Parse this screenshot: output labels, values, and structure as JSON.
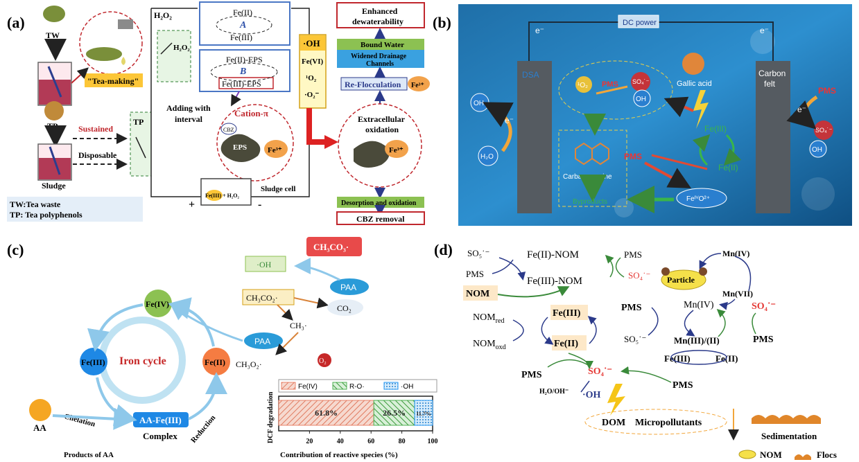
{
  "panel_a": {
    "label": "(a)",
    "tw": "TW",
    "tp": "TP",
    "tea_making": "\"Tea-making\"",
    "sustained": "Sustained",
    "disposable": "Disposable",
    "sludge": "Sludge",
    "tp_box": "TP",
    "h2o2_top": "H₂O₂",
    "h2o2_switch": "H₂O₂",
    "adding_with": "Adding with",
    "interval": "interval",
    "cycle_a_top": "Fe(II)",
    "cycle_a_letter": "A",
    "cycle_a_bottom": "Fe(III)",
    "cycle_b_top": "Fe(II)-EPS",
    "cycle_b_letter": "B",
    "cycle_b_bottom": "Fe(III)-EPS",
    "cation_pi": "Cation-π",
    "cbz": "CBZ",
    "eps": "EPS",
    "fe3": "Fe³⁺",
    "sludge_cell": "Sludge cell",
    "reactive_species": [
      "·OH",
      "Fe(VI)",
      "¹O₂",
      "·O₂⁻"
    ],
    "enhanced_1": "Enhanced",
    "enhanced_2": "dewaterability",
    "bound_water": "Bound Water",
    "widened_1": "Widened Drainage",
    "widened_2": "Channels",
    "reflocculation": "Re-Flocculation",
    "fe3_right": "Fe³⁺",
    "extracellular_1": "Extracellular",
    "extracellular_2": "oxidation",
    "desorption": "Desorption and oxidation",
    "cbz_removal": "CBZ removal",
    "cell_text": "Fe(III) + H₂O₂",
    "plus": "+",
    "minus": "-",
    "legend_tw": "TW:Tea waste",
    "legend_tp": "TP: Tea polyphenols"
  },
  "panel_b": {
    "label": "(b)",
    "dc_power": "DC power",
    "e_left": "e⁻",
    "e_right": "e⁻",
    "dsa": "DSA",
    "carbon_1": "Carbon",
    "carbon_2": "felt",
    "oh_left": "OH",
    "h2o": "H₂O",
    "e_mid_left": "e⁻",
    "o2": "¹O₂",
    "pms_top": "PMS",
    "so4_top": "SO₄˙⁻",
    "oh_mid": "OH",
    "gallic": "Gallic acid",
    "fe3": "Fe(III)",
    "fe2": "Fe(II)",
    "pms_mid": "PMS",
    "carbamazepine": "Carbamazepine",
    "byproducts": "Byproducts",
    "feivo": "FeᴵⱽO²⁺",
    "pms_right": "PMS",
    "so4_right": "SO₄˙⁻",
    "oh_right": "OH",
    "e_mid_right": "e⁻"
  },
  "panel_c": {
    "label": "(c)",
    "ch3co3": "CH₃CO₃·",
    "oh": "·OH",
    "ch3co2": "CH₃CO₂·",
    "paa_top": "PAA",
    "co2": "CO₂",
    "ch3": "CH₃·",
    "paa_mid": "PAA",
    "o2": "O₂",
    "ch3o2": "CH₃O₂·",
    "fe4": "Fe(IV)",
    "fe3": "Fe(III)",
    "fe2": "Fe(II)",
    "iron_cycle": "Iron cycle",
    "aa_fe3": "AA-Fe(III)",
    "complex": "Complex",
    "chelation": "Chelation",
    "reduction": "Reduction",
    "aa": "AA",
    "products": "Products of AA"
  },
  "chart_data": {
    "type": "bar",
    "orientation": "horizontal-stacked",
    "xlabel": "Contribution of reactive species (%)",
    "ylabel": "DCF degradation",
    "xlim": [
      0,
      100
    ],
    "ticks": [
      "20",
      "40",
      "60",
      "80",
      "100"
    ],
    "legend_position": "top",
    "series": [
      {
        "name": "Fe(IV)",
        "values": [
          61.8
        ],
        "label": "61.8%",
        "color": "#e8836a"
      },
      {
        "name": "R-O·",
        "values": [
          26.5
        ],
        "label": "26.5%",
        "color": "#4caf50"
      },
      {
        "name": "·OH",
        "values": [
          11.7
        ],
        "label": "11.7%",
        "color": "#2196f3"
      }
    ]
  },
  "panel_d": {
    "label": "(d)",
    "so5_top": "SO₅˙⁻",
    "pms_1": "PMS",
    "fe2nom": "Fe(II)-NOM",
    "fe3nom": "Fe(III)-NOM",
    "pms_2": "PMS",
    "so4_1": "SO₄˙⁻",
    "nom": "NOM",
    "nom_red": "NOM",
    "nom_red_sub": "red",
    "nom_oxd": "NOM",
    "nom_oxd_sub": "oxd",
    "fe3": "Fe(III)",
    "fe2": "Fe(II)",
    "pms_3": "PMS",
    "so4_2": "SO₄˙⁻",
    "h2o": "H₂O/OH⁻",
    "oh": "·OH",
    "mn4_top": "Mn(IV)",
    "particle": "Particle",
    "mn7": "Mn(VII)",
    "mn4": "Mn(IV)",
    "so4_3": "SO₄˙⁻",
    "pms_4": "PMS",
    "so5_2": "SO₅˙⁻",
    "mn32": "Mn(III)/(II)",
    "fe3b": "Fe(III)",
    "fe2b": "Fe(II)",
    "pms_5": "PMS",
    "pms_6": "PMS",
    "dom": "DOM",
    "micropollutants": "Micropollutants",
    "sedimentation": "Sedimentation",
    "legend_nom": "NOM",
    "legend_flocs": "Flocs"
  }
}
